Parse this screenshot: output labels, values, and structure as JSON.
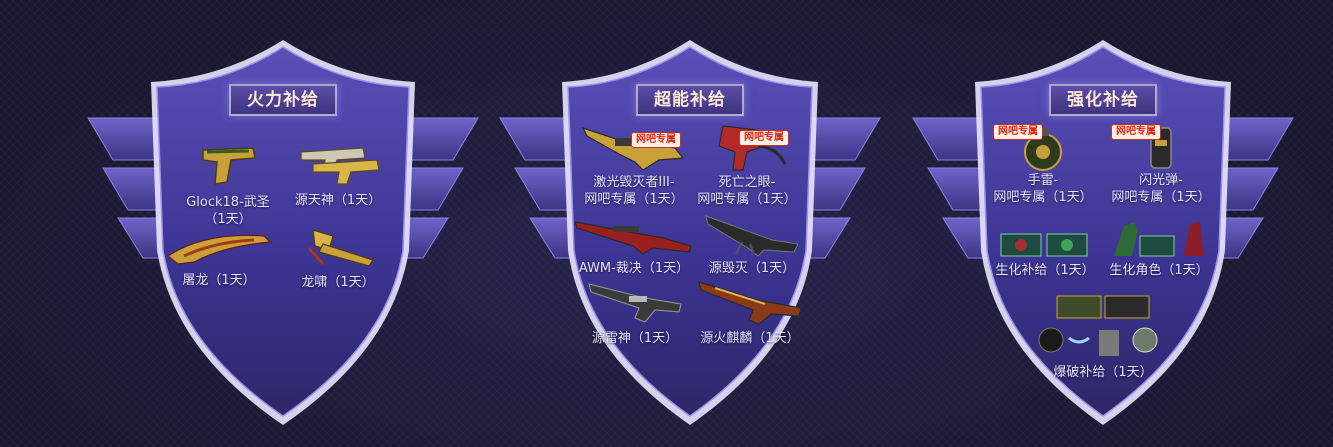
{
  "panels": [
    {
      "title": "火力补给",
      "items": [
        {
          "label_lines": [
            "Glock18-武圣",
            "（1天）"
          ]
        },
        {
          "label_lines": [
            "源天神（1天）"
          ]
        },
        {
          "label_lines": [
            "屠龙（1天）"
          ]
        },
        {
          "label_lines": [
            "龙啸（1天）"
          ]
        }
      ]
    },
    {
      "title": "超能补给",
      "badge": "网吧专属",
      "items": [
        {
          "label_lines": [
            "激光毁灭者III-",
            "网吧专属（1天）"
          ]
        },
        {
          "label_lines": [
            "死亡之眼-",
            "网吧专属（1天）"
          ]
        },
        {
          "label_lines": [
            "AWM-裁决（1天）"
          ]
        },
        {
          "label_lines": [
            "源毁灭（1天）"
          ]
        },
        {
          "label_lines": [
            "源雷神（1天）"
          ]
        },
        {
          "label_lines": [
            "源火麒麟（1天）"
          ]
        }
      ]
    },
    {
      "title": "强化补给",
      "badge": "网吧专属",
      "items": [
        {
          "label_lines": [
            "手雷-",
            "网吧专属（1天）"
          ]
        },
        {
          "label_lines": [
            "闪光弹-",
            "网吧专属（1天）"
          ]
        },
        {
          "label_lines": [
            "生化补给（1天）"
          ]
        },
        {
          "label_lines": [
            "生化角色（1天）"
          ]
        },
        {
          "label_lines": [
            "爆破补给（1天）"
          ]
        }
      ]
    }
  ],
  "colors": {
    "shield_fill_top": "#5a4fb8",
    "shield_fill_bottom": "#2d2767",
    "shield_border": "#c8c2ff",
    "badge_red": "#d12a1a",
    "gold": "#c9a13a"
  }
}
